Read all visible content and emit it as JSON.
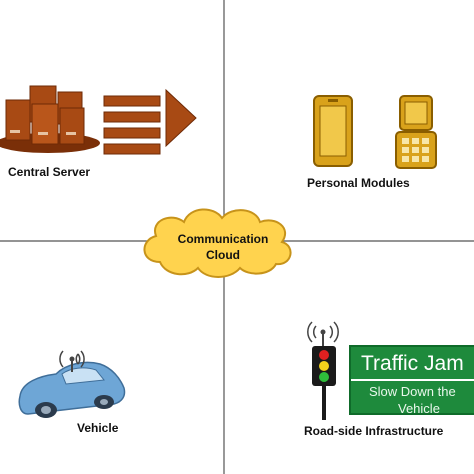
{
  "nodes": {
    "central_server": {
      "label": "Central Server",
      "icon": "server-rack-icon"
    },
    "personal_modules": {
      "label": "Personal Modules",
      "icon": "mobile-phone-icon"
    },
    "cloud": {
      "line1": "Communication",
      "line2": "Cloud",
      "icon": "cloud-icon"
    },
    "vehicle": {
      "label": "Vehicle",
      "icon": "car-icon"
    },
    "roadside": {
      "label": "Road-side Infrastructure",
      "icon": "traffic-light-icon"
    }
  },
  "sign": {
    "title": "Traffic Jam",
    "line1": "Slow Down the",
    "line2": "Vehicle"
  },
  "colors": {
    "server": "#a84a14",
    "server_dark": "#6e2a06",
    "phone": "#d9a21b",
    "phone_dark": "#8a5e00",
    "cloud_fill": "#ffd34e",
    "cloud_stroke": "#c7931a",
    "car": "#6ea6d6",
    "sign_green": "#1e8a3c",
    "divider": "#555555"
  }
}
